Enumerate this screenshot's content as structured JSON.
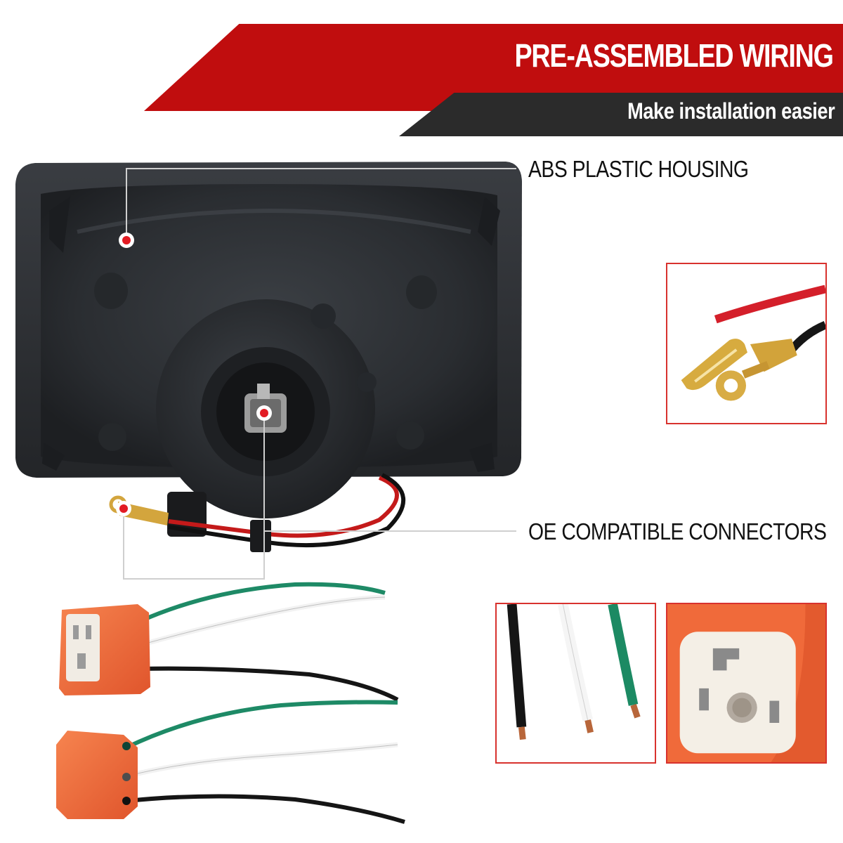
{
  "banner": {
    "title": "PRE-ASSEMBLED WIRING",
    "subtitle": "Make installation easier"
  },
  "callouts": {
    "housing": "ABS PLASTIC HOUSING",
    "connectors": "OE COMPATIBLE CONNECTORS"
  },
  "colors": {
    "banner_red": "#c00d0e",
    "banner_dark": "#2b2b2b",
    "frame_border": "#d8322e",
    "connector_orange": "#f06a3a",
    "housing_black": "#2a2d30",
    "callout_dot": "#e21b23"
  }
}
